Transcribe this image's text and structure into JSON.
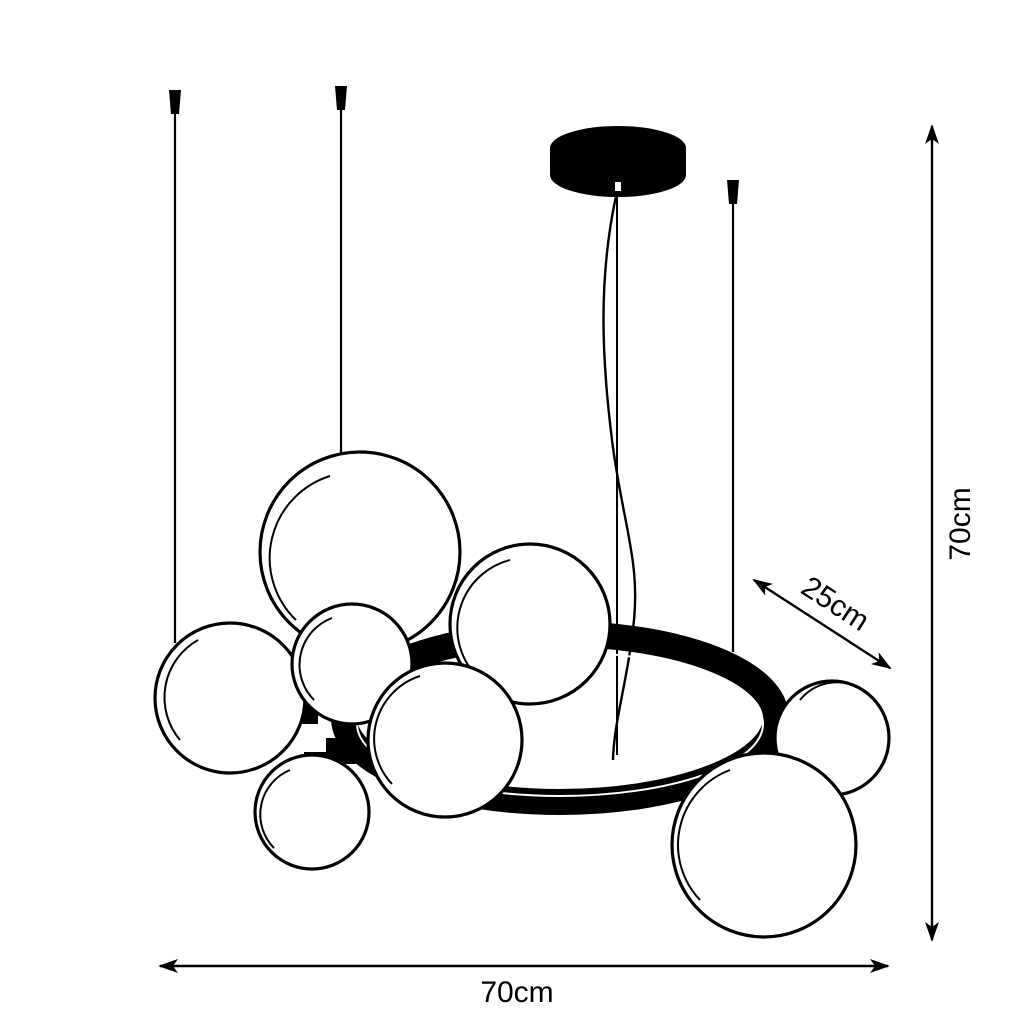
{
  "dimensions": {
    "width_label": "70cm",
    "height_label": "70cm",
    "depth_label": "25cm"
  },
  "colors": {
    "line": "#000000",
    "background": "#ffffff"
  }
}
